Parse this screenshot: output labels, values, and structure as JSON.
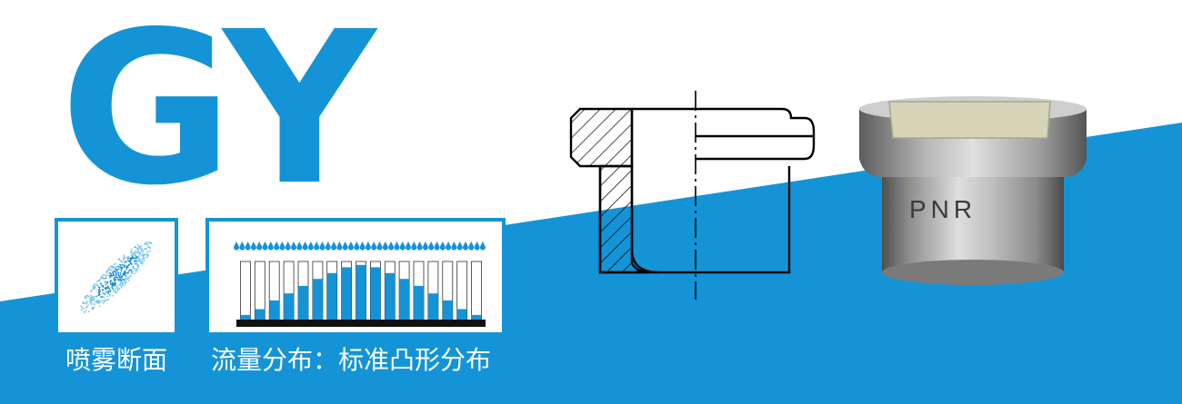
{
  "title": "GY",
  "brand_color": "#1494d6",
  "spray_section": {
    "icon": "spray-cross-section-ellipse",
    "label": "喷雾断面"
  },
  "flow_distribution": {
    "icon": "flow-distribution-bars",
    "label": "流量分布：标准凸形分布",
    "bar_levels": [
      0.08,
      0.18,
      0.33,
      0.45,
      0.58,
      0.7,
      0.8,
      0.9,
      0.94,
      0.9,
      0.8,
      0.7,
      0.58,
      0.45,
      0.33,
      0.18,
      0.08
    ]
  },
  "technical_drawing": {
    "icon": "nozzle-cross-section-drawing"
  },
  "product_photo": {
    "icon": "nozzle-photo",
    "engraving": "PNR"
  }
}
